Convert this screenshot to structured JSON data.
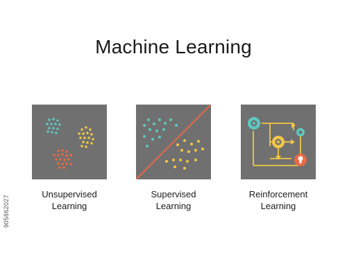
{
  "title": "Machine Learning",
  "panels": [
    {
      "id": "unsupervised",
      "caption_line1": "Unsupervised",
      "caption_line2": "Learning"
    },
    {
      "id": "supervised",
      "caption_line1": "Supervised",
      "caption_line2": "Learning"
    },
    {
      "id": "reinforcement",
      "caption_line1": "Reinforcement",
      "caption_line2": "Learning"
    }
  ],
  "side_credit": "905862027",
  "colors": {
    "panel_bg": "#707070",
    "teal": "#5ec9c0",
    "yellow": "#f2c744",
    "orange": "#e96a47",
    "divider": "#e96a47"
  }
}
